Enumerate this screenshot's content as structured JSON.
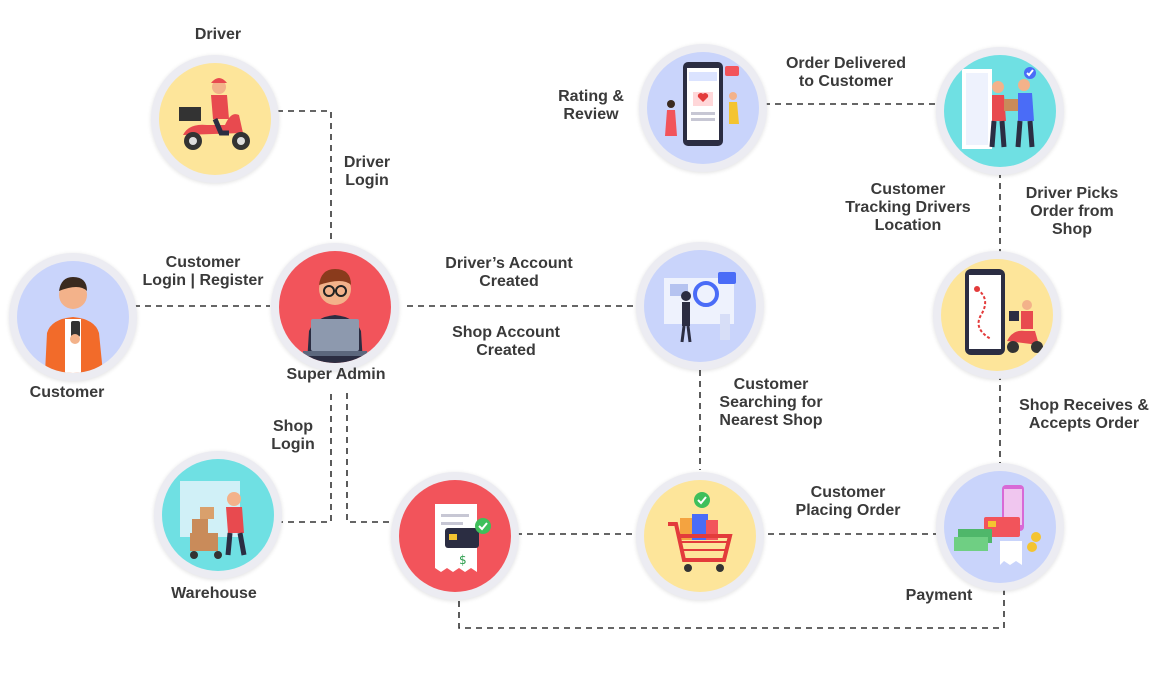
{
  "nodes": {
    "driver": "Driver",
    "customer": "Customer",
    "super_admin": "Super Admin",
    "warehouse": "Warehouse",
    "payment": "Payment"
  },
  "edges": {
    "driver_login": "Driver\nLogin",
    "customer_login": "Customer\nLogin | Register",
    "shop_login": "Shop\nLogin",
    "drivers_account": "Driver’s Account\nCreated",
    "shop_account": "Shop Account\nCreated",
    "rating_review": "Rating &\nReview",
    "order_delivered": "Order Delivered\nto Customer",
    "tracking": "Customer\nTracking Drivers\nLocation",
    "driver_picks": "Driver Picks\nOrder from\nShop",
    "customer_searching": "Customer\nSearching for\nNearest Shop",
    "shop_receives": "Shop Receives &\nAccepts Order",
    "customer_placing": "Customer\nPlacing Order"
  },
  "icons": {
    "driver": "scooter-rider-icon",
    "customer": "man-with-phone-icon",
    "super_admin": "admin-laptop-icon",
    "warehouse": "warehouse-worker-icon",
    "invoice": "receipt-card-icon",
    "shop_search": "shop-search-icon",
    "cart": "shopping-cart-icon",
    "payment": "payment-phone-icon",
    "review": "review-phone-icon",
    "delivery": "door-delivery-icon",
    "tracking": "map-tracking-icon"
  },
  "colors": {
    "line": "#333333",
    "yellow": "#fde59a",
    "blue": "#c9d4fb",
    "red": "#f2545b",
    "teal": "#6fe0e3",
    "text": "#3a3a3a"
  }
}
